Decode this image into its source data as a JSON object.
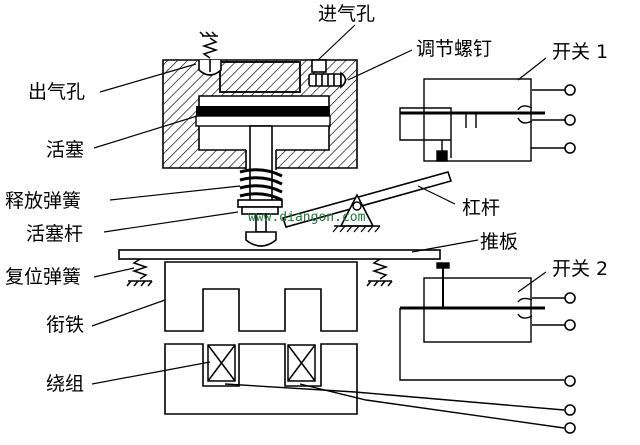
{
  "colors": {
    "ink": "#000000",
    "hatch": "#000000",
    "paper": "#ffffff",
    "watermark": "#1f7a3a"
  },
  "labels": {
    "inlet": "进气孔",
    "adjust_screw": "调节螺钉",
    "outlet": "出气孔",
    "piston": "活塞",
    "release_spring": "释放弹簧",
    "piston_rod": "活塞杆",
    "reset_spring": "复位弹簧",
    "armature": "衔铁",
    "winding": "绕组",
    "lever": "杠杆",
    "push_plate": "推板",
    "switch1": "开关 1",
    "switch2": "开关 2"
  },
  "watermark": "www.diangon.com"
}
